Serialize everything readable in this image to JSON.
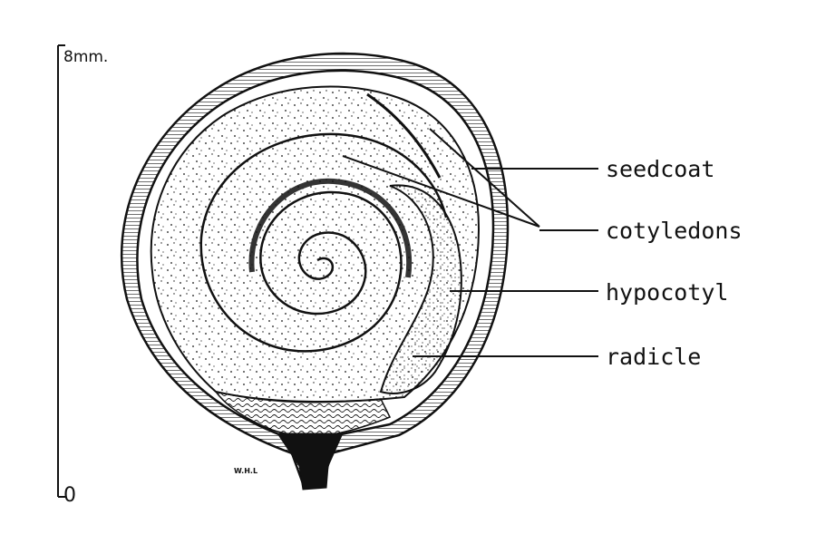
{
  "scale_bar": {
    "top_label": "8mm.",
    "bottom_label": "0"
  },
  "labels": {
    "seedcoat": "seedcoat",
    "cotyledons": "cotyledons",
    "hypocotyl": "hypocotyl",
    "radicle": "radicle"
  },
  "signature": "W.H.L",
  "colors": {
    "ink": "#111111",
    "background": "#ffffff"
  }
}
